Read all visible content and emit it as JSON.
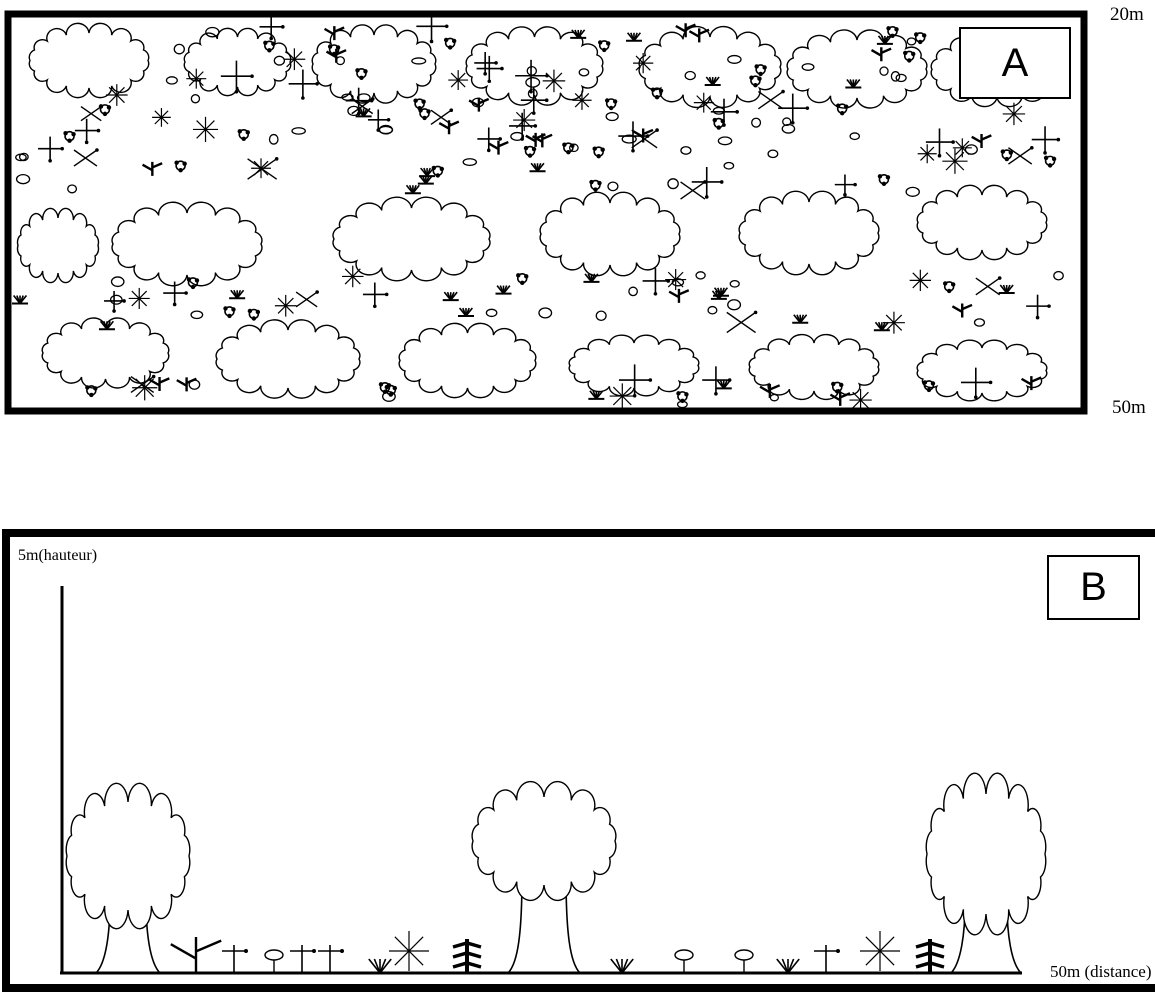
{
  "panel_a": {
    "label": "A",
    "top_right_mark": "20m",
    "bottom_right_mark": "50m"
  },
  "panel_b": {
    "label": "B",
    "y_axis_label": "5m(hauteur)",
    "x_axis_label": "50m (distance)"
  },
  "style": {
    "ink": "#000000",
    "paper": "#ffffff"
  }
}
